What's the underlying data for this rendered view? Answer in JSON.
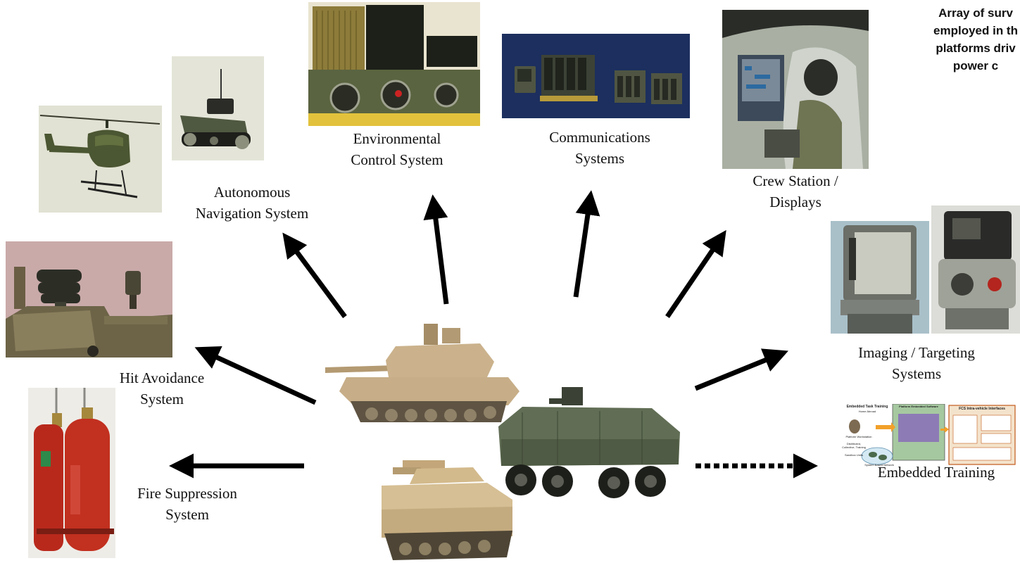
{
  "caption": {
    "lines": [
      "Array of surv",
      "employed in th",
      "platforms driv",
      "power c"
    ]
  },
  "subsystems": {
    "autonomous_navigation": [
      "Autonomous",
      "Navigation System"
    ],
    "environmental_control": [
      "Environmental",
      "Control System"
    ],
    "communications": [
      "Communications",
      "Systems"
    ],
    "crew_station": [
      "Crew Station /",
      "Displays"
    ],
    "hit_avoidance": [
      "Hit Avoidance",
      "System"
    ],
    "imaging_targeting": [
      "Imaging / Targeting",
      "Systems"
    ],
    "fire_suppression": [
      "Fire Suppression",
      "System"
    ],
    "embedded_training": [
      "Embedded Training"
    ]
  },
  "embedded_training_panel": {
    "left_title": "Embedded Task Training",
    "left_subtitle": "Home Abroad",
    "middle_title": "Platform Embedded Software",
    "right_title": "FCS Intra-vehicle Interfaces",
    "platform_label": "Platform Workstation",
    "distributed_label": "Distributed, Collective, Training",
    "distributed_sub": "Sandbox Units",
    "network_label": "System Based Network"
  },
  "colors": {
    "arrow": "#000000",
    "text": "#111111",
    "tank_tan": "#c9b08a",
    "vehicle_green": "#5e6a55",
    "extinguisher_red": "#b8291c",
    "comms_bg": "#1d3160"
  }
}
